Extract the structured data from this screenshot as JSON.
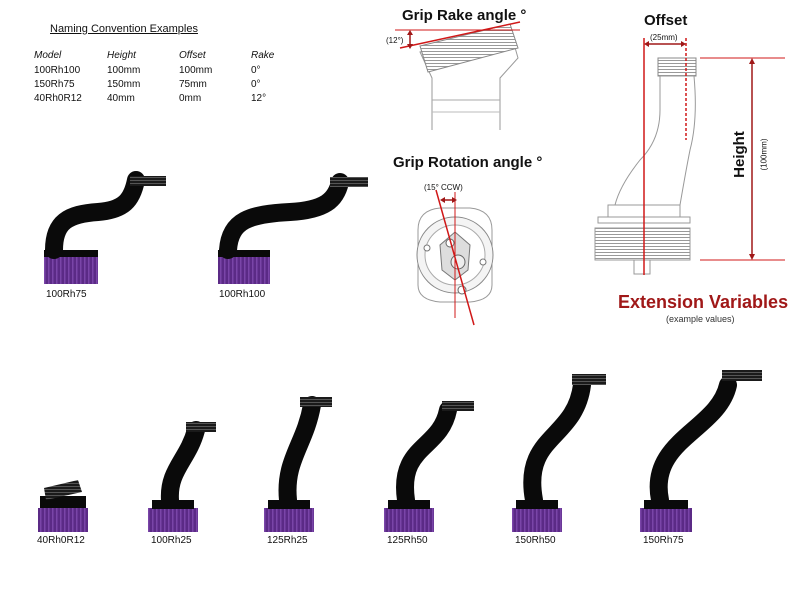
{
  "naming": {
    "title": "Naming Convention Examples",
    "headers": [
      "Model",
      "Height",
      "Offset",
      "Rake"
    ],
    "rows": [
      [
        "100Rh100",
        "100mm",
        "100mm",
        "0°"
      ],
      [
        "150Rh75",
        "150mm",
        "75mm",
        "0°"
      ],
      [
        "40Rh0R12",
        "40mm",
        "0mm",
        "12°"
      ]
    ]
  },
  "rake": {
    "title": "Grip Rake angle °",
    "value": "(12°)"
  },
  "rotation": {
    "title": "Grip Rotation angle °",
    "value": "(15° CCW)"
  },
  "offset": {
    "title": "Offset",
    "value": "(25mm)"
  },
  "height": {
    "title": "Height",
    "value": "(100mm)"
  },
  "extension": {
    "title": "Extension Variables",
    "subtitle": "(example values)"
  },
  "products": {
    "top": [
      "100Rh75",
      "100Rh100"
    ],
    "bottom": [
      "40Rh0R12",
      "100Rh25",
      "125Rh25",
      "125Rh50",
      "150Rh50",
      "150Rh75"
    ]
  },
  "colors": {
    "purple": "#5b2a86",
    "black": "#0a0a0a",
    "accent_red": "#a01818",
    "line_red": "#d01818"
  }
}
